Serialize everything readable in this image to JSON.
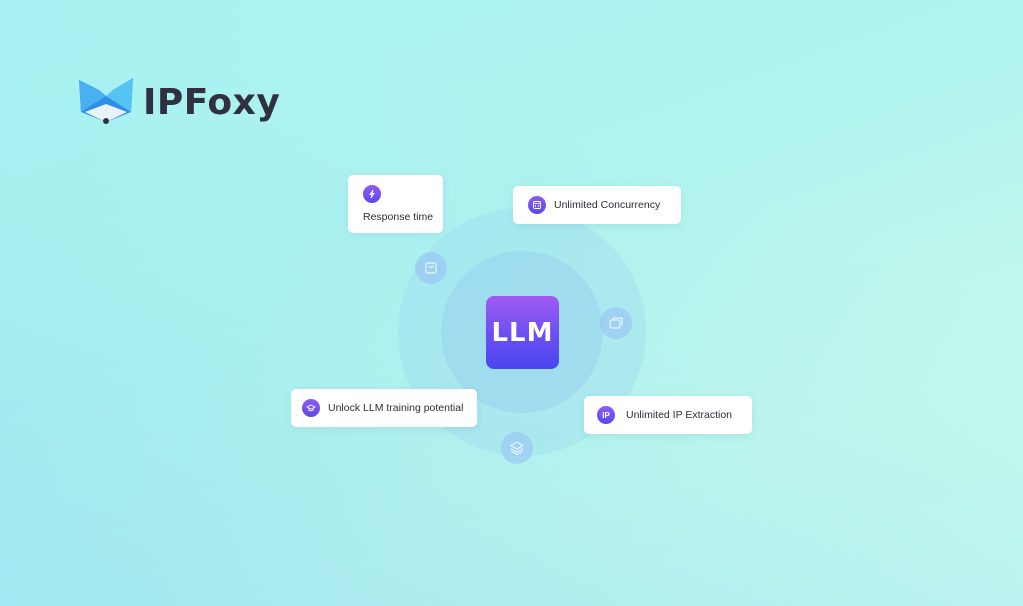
{
  "brand": {
    "name": "IPFoxy"
  },
  "center": {
    "label": "LLM"
  },
  "features": [
    {
      "label": "Response time",
      "icon": "lightning-icon"
    },
    {
      "label": "Unlimited Concurrency",
      "icon": "code-window-icon"
    },
    {
      "label": "Unlock LLM training potential",
      "icon": "graduation-cap-icon"
    },
    {
      "label": "Unlimited IP Extraction",
      "icon": "ip-icon",
      "icon_text": "IP"
    }
  ],
  "satellites": [
    "shopping-bag-icon",
    "chat-bubbles-icon",
    "layers-icon"
  ],
  "colors": {
    "accent_top": "#a05bf2",
    "accent_bottom": "#4b46f0",
    "text": "#2f3140",
    "background": "#b0f3ef"
  }
}
